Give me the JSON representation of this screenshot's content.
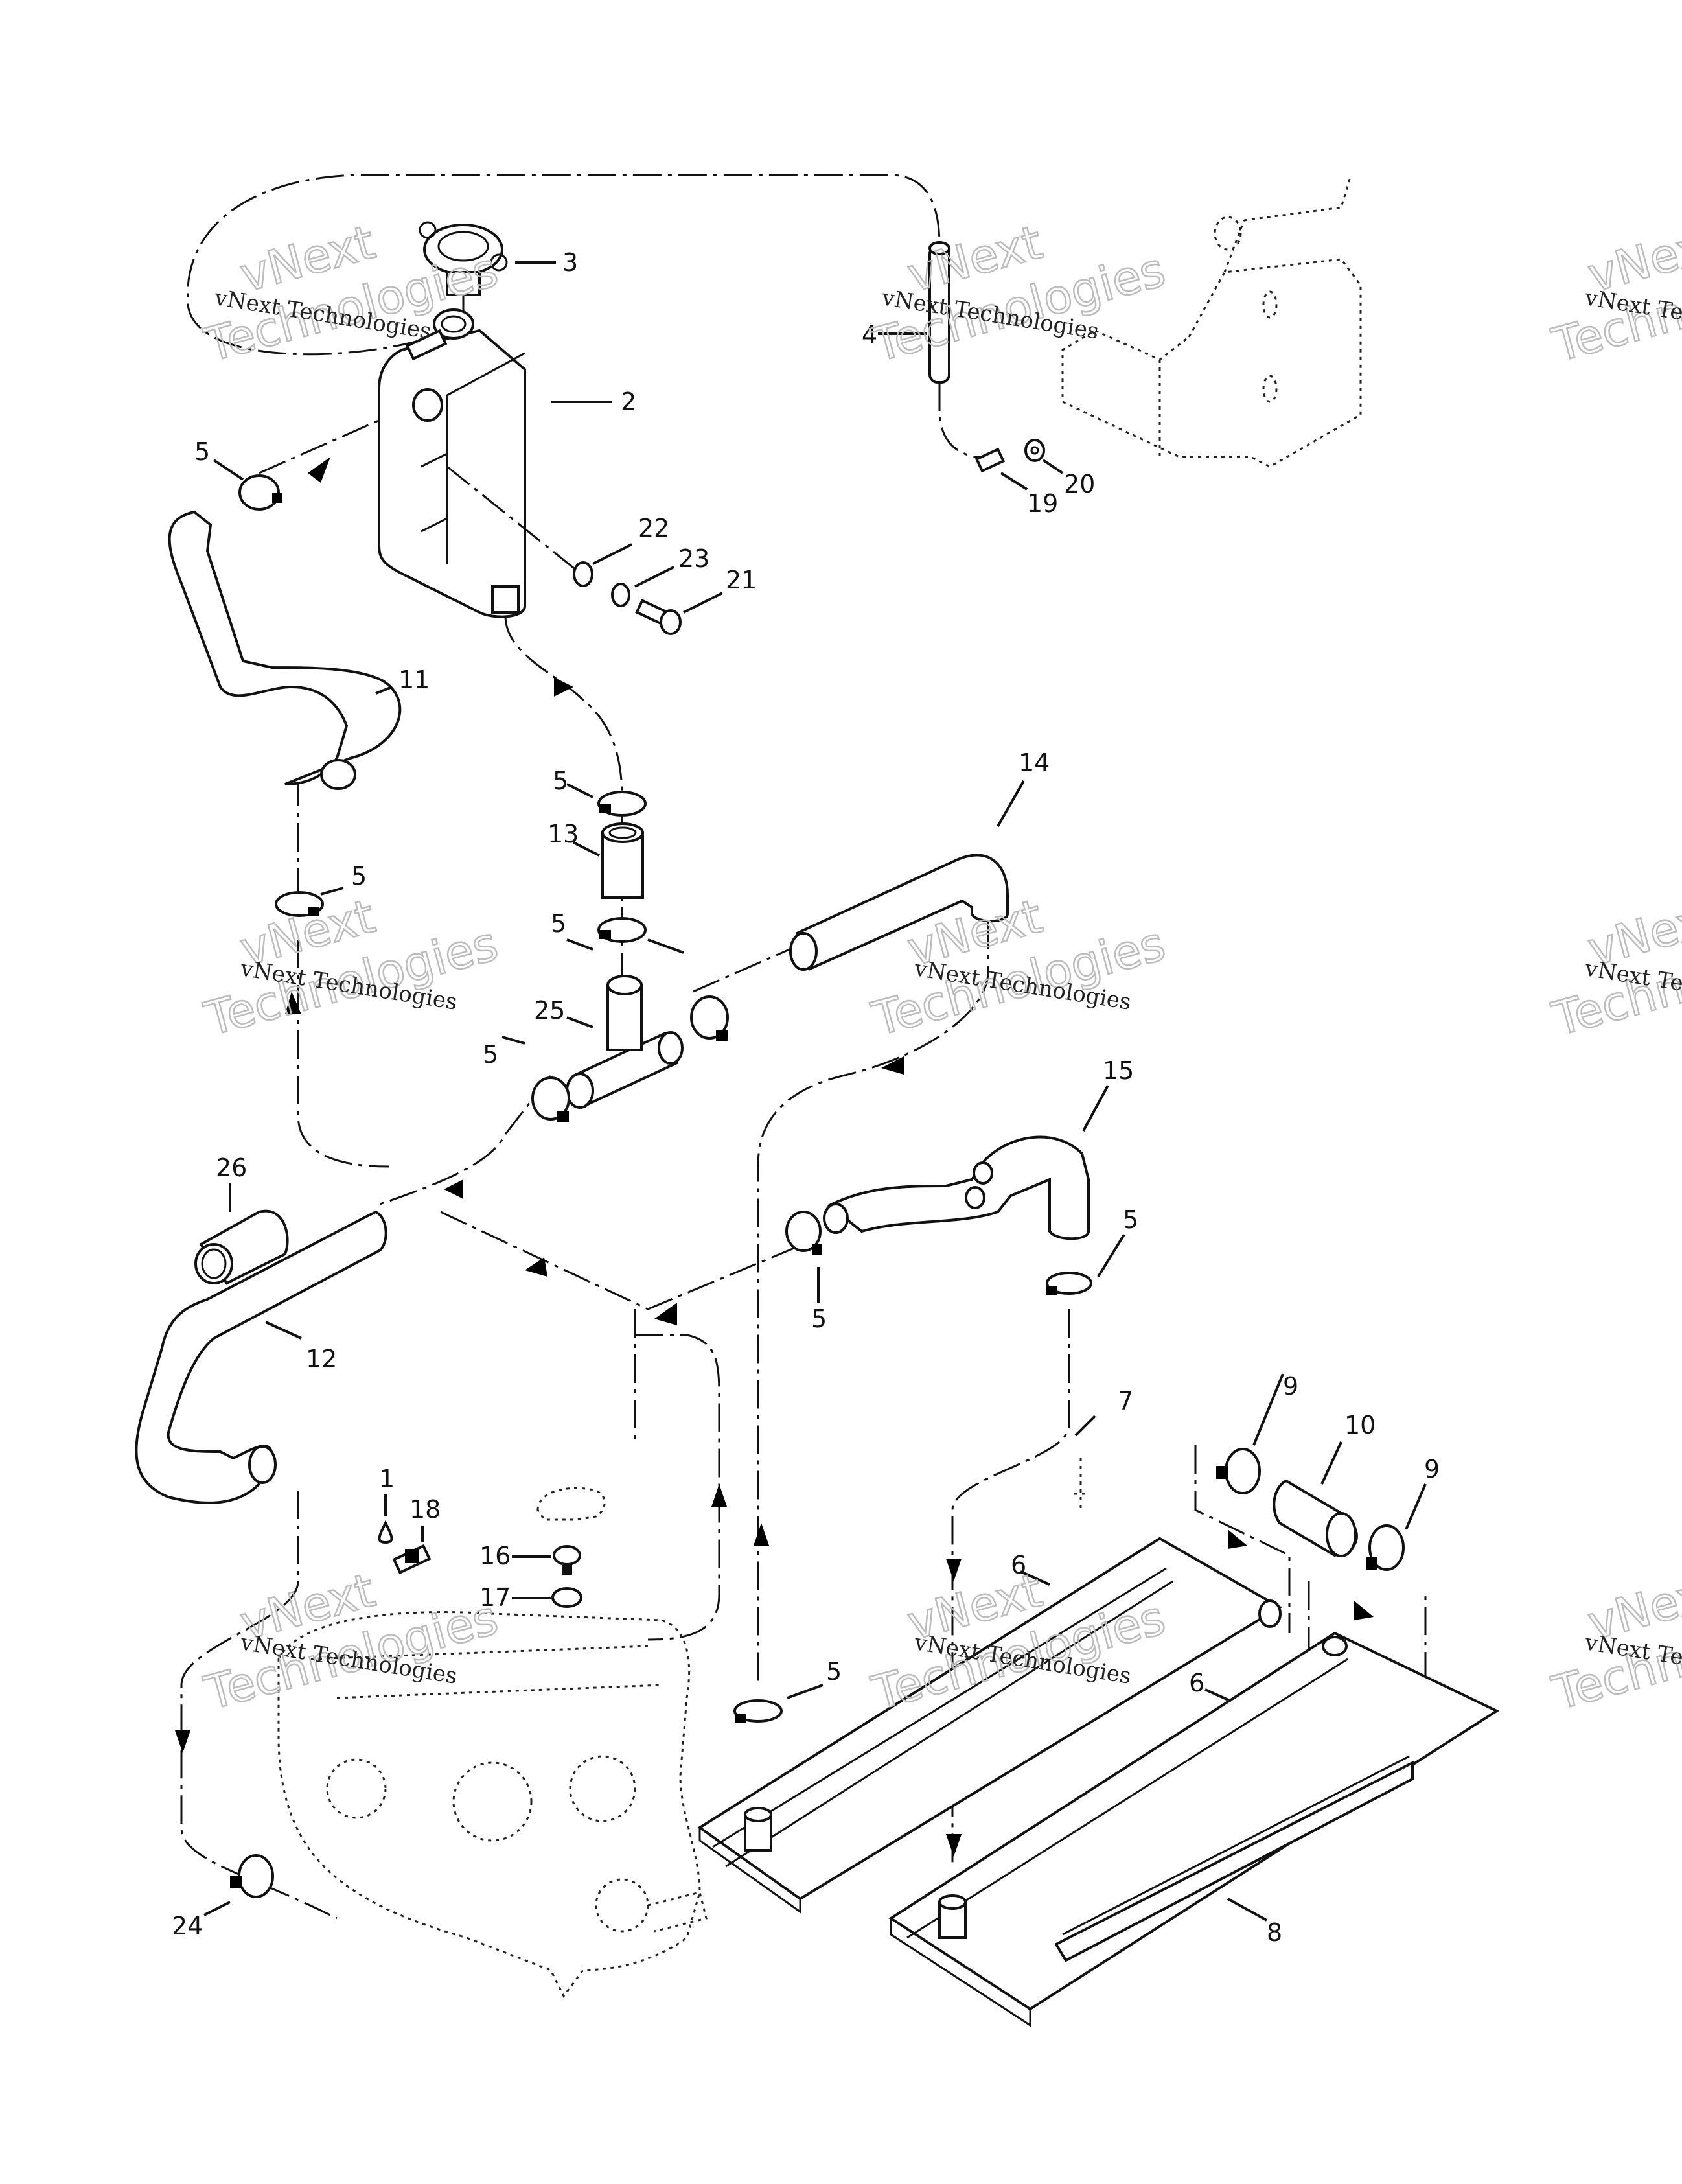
{
  "diagram": {
    "title": "Cooling system exploded parts diagram",
    "parts": [
      {
        "id": "radiator-cap",
        "label": "3"
      },
      {
        "id": "coolant-tank",
        "label": "2"
      },
      {
        "id": "overflow-hose",
        "label": "4"
      },
      {
        "id": "fitting-elbow",
        "label": "19"
      },
      {
        "id": "grommet",
        "label": "20"
      },
      {
        "id": "clamp-tank",
        "label": "5"
      },
      {
        "id": "flat-washer",
        "label": "22"
      },
      {
        "id": "lock-washer",
        "label": "23"
      },
      {
        "id": "bolt",
        "label": "21"
      },
      {
        "id": "hose-11",
        "label": "11"
      },
      {
        "id": "clamp-upper-13",
        "label": "5"
      },
      {
        "id": "hose-13",
        "label": "13"
      },
      {
        "id": "clamp-lower-13",
        "label": "5"
      },
      {
        "id": "clamp-left-11",
        "label": "5"
      },
      {
        "id": "hose-14",
        "label": "14"
      },
      {
        "id": "tee-fitting",
        "label": "25"
      },
      {
        "id": "clamp-tee-left",
        "label": "5"
      },
      {
        "id": "hose-15",
        "label": "15"
      },
      {
        "id": "clamp-15-right",
        "label": "5"
      },
      {
        "id": "clamp-15-left",
        "label": "5"
      },
      {
        "id": "spring-sleeve",
        "label": "26"
      },
      {
        "id": "hose-12",
        "label": "12"
      },
      {
        "id": "screw-7",
        "label": "7"
      },
      {
        "id": "clamp-9a",
        "label": "9"
      },
      {
        "id": "hose-10",
        "label": "10"
      },
      {
        "id": "clamp-9b",
        "label": "9"
      },
      {
        "id": "temp-sensor-tip",
        "label": "1"
      },
      {
        "id": "temp-sensor",
        "label": "18"
      },
      {
        "id": "bleeder-screw",
        "label": "16"
      },
      {
        "id": "o-ring",
        "label": "17"
      },
      {
        "id": "heat-exchanger-a",
        "label": "6"
      },
      {
        "id": "heat-exchanger-b",
        "label": "6"
      },
      {
        "id": "clamp-exchanger",
        "label": "5"
      },
      {
        "id": "protector-strip",
        "label": "8"
      },
      {
        "id": "clamp-engine",
        "label": "24"
      }
    ]
  },
  "watermark": {
    "line1": "vNext Technologies",
    "outline1": "vNext",
    "outline2": "Technologies"
  }
}
